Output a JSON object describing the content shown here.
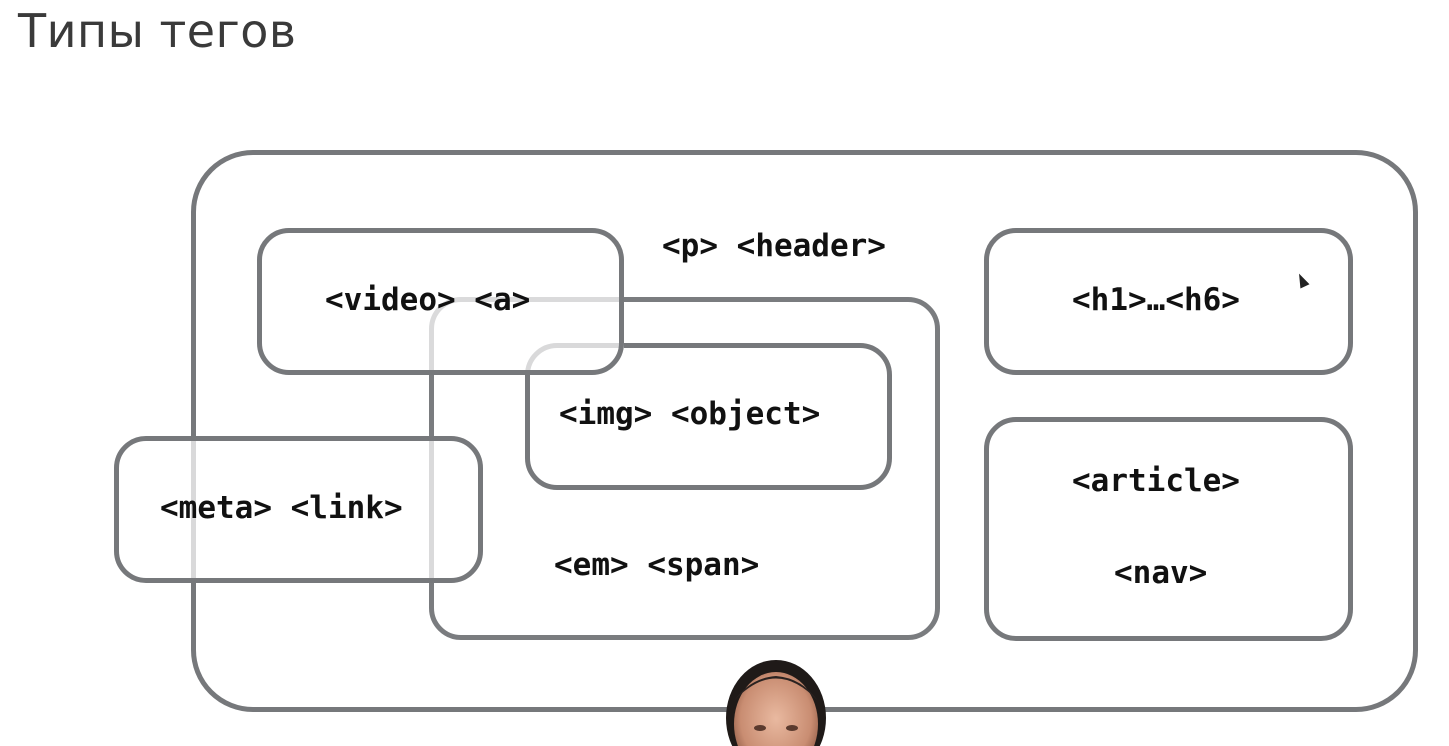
{
  "slide": {
    "title": "Типы тегов"
  },
  "diagram": {
    "groups": {
      "flow": [
        "<p>",
        "<header>"
      ],
      "embedded": [
        "<video>",
        "<a>"
      ],
      "heading": "<h1>…<h6>",
      "replaced": [
        "<img>",
        "<object>"
      ],
      "metadata": [
        "<meta>",
        "<link>"
      ],
      "phrasing": [
        "<em>",
        "<span>"
      ],
      "sectioning_article": "<article>",
      "sectioning_nav": "<nav>"
    },
    "labels": {
      "p_header": "<p> <header>",
      "video_a": "<video> <a>",
      "h1_h6": "<h1>…<h6>",
      "img_object": "<img> <object>",
      "meta_link": "<meta> <link>",
      "em_span": "<em> <span>",
      "article": "<article>",
      "nav": "<nav>"
    },
    "colors": {
      "border": "#76787b",
      "text": "#111111",
      "title": "#3a3a3a",
      "background": "#ffffff"
    }
  },
  "icons": {
    "cursor": "mouse-pointer-icon",
    "presenter": "presenter-video-thumbnail"
  }
}
